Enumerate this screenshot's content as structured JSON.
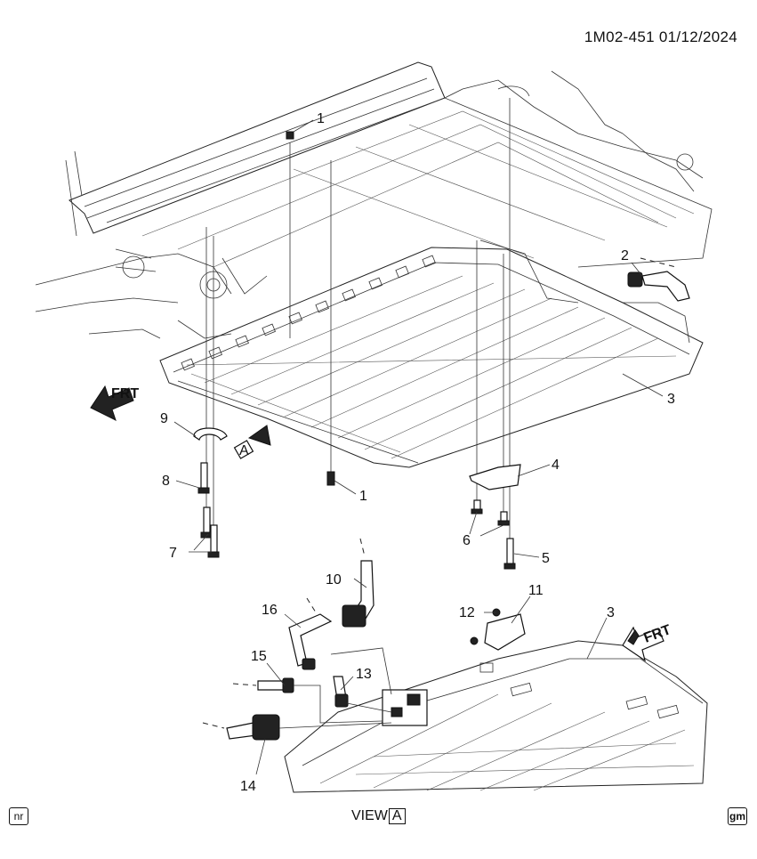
{
  "header": {
    "code": "1M02-451",
    "date": "01/12/2024"
  },
  "view_label": {
    "text": "VIEW",
    "letter": "A"
  },
  "direction_marker": {
    "text": "FRT"
  },
  "view_marker": {
    "letter": "A"
  },
  "corner_badges": {
    "left": "nr",
    "right": "gm"
  },
  "callouts": [
    "1",
    "2",
    "3",
    "4",
    "5",
    "6",
    "7",
    "8",
    "9",
    "1",
    "10",
    "11",
    "12",
    "13",
    "14",
    "15",
    "16",
    "3"
  ]
}
